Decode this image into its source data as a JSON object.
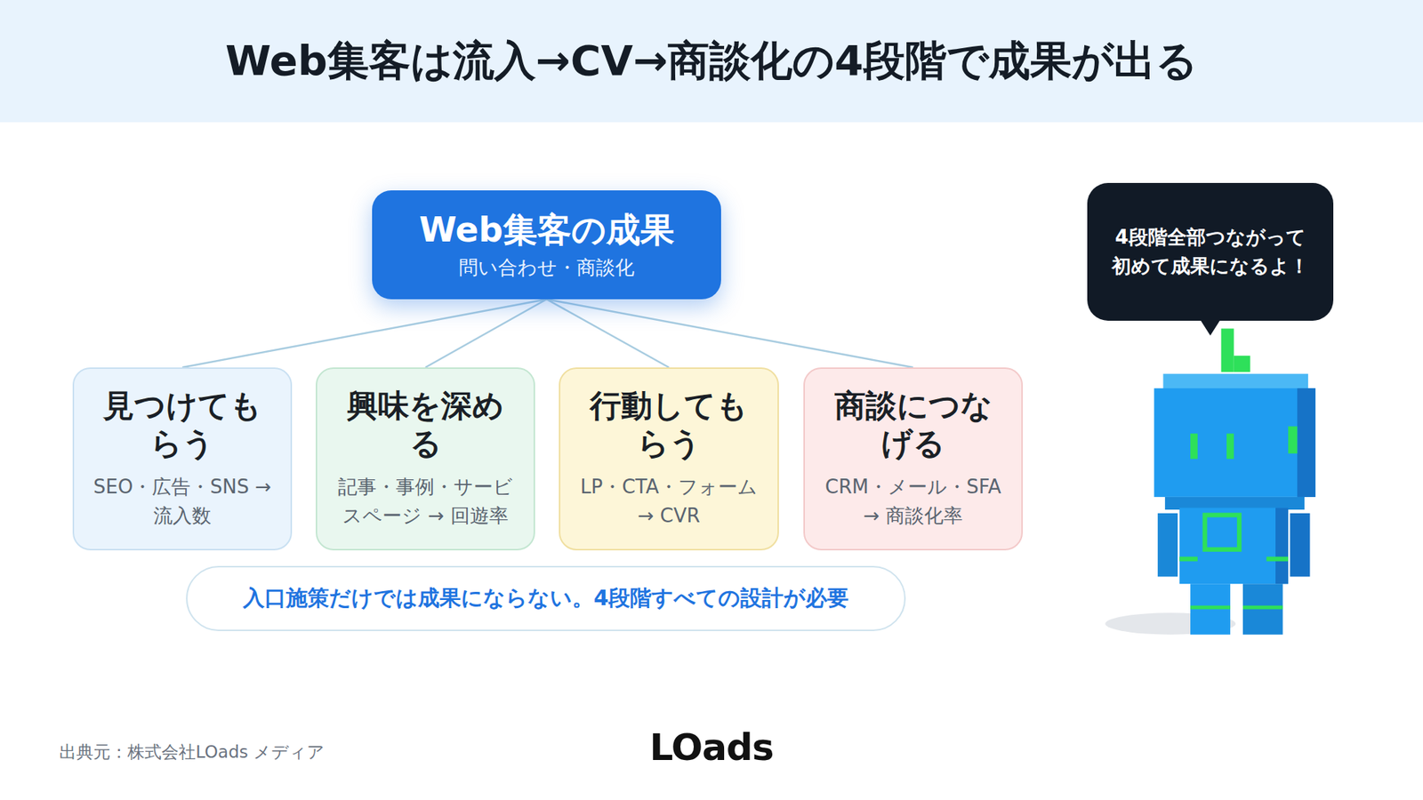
{
  "diagram": {
    "title": "Web集客は流入→CV→商談化の4段階で成果が出る",
    "nodes": [
      {
        "text": [
          "Web集客の成果",
          "問い合わせ・商談化"
        ]
      },
      {
        "text": [
          "見つけてもらう",
          "SEO・広告・SNS → 流入数"
        ]
      },
      {
        "text": [
          "興味を深める",
          "記事・事例・サービスページ → 回遊率"
        ]
      },
      {
        "text": [
          "行動してもらう",
          "LP・CTA・フォーム → CVR"
        ]
      },
      {
        "text": [
          "商談につなげる",
          "CRM・メール・SFA → 商談化率"
        ]
      },
      {
        "text": [
          "入口施策だけでは成果にならない。4段階すべての設計が必要"
        ]
      },
      {
        "text": [
          "4段階全部つながって初めて成果になるよ！"
        ]
      }
    ],
    "edges": [
      {
        "from": 0,
        "to": 1,
        "arrow": "none"
      },
      {
        "from": 0,
        "to": 2,
        "arrow": "none"
      },
      {
        "from": 0,
        "to": 3,
        "arrow": "none"
      },
      {
        "from": 0,
        "to": 4,
        "arrow": "none"
      }
    ],
    "labels": [
      "出典元：株式会社LOads メディア",
      "LOads"
    ]
  }
}
